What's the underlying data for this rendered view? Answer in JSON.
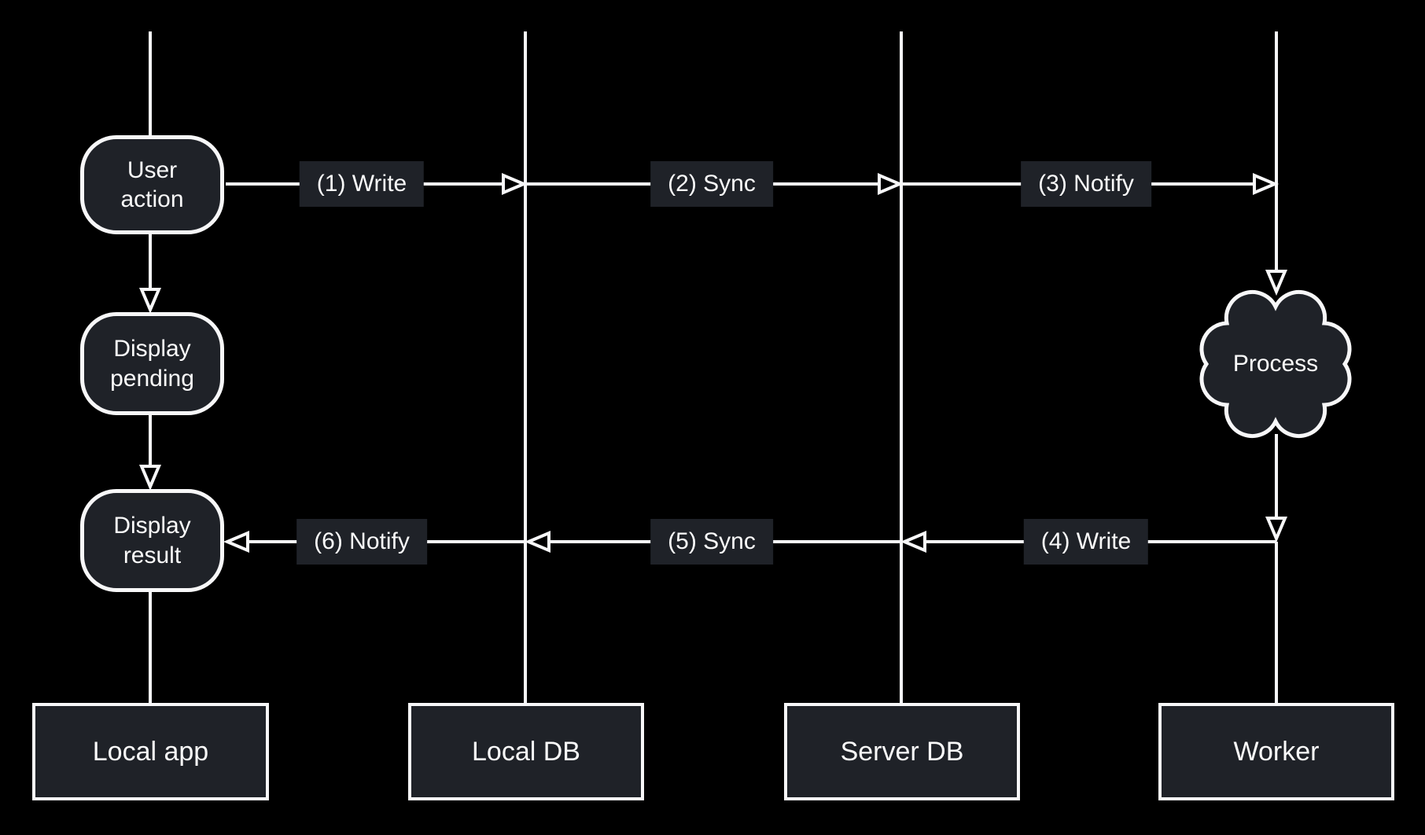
{
  "colors": {
    "background": "#000000",
    "node_fill": "#1f2228",
    "stroke": "#f7f7f8",
    "text": "#fafafa"
  },
  "nodes": {
    "user_action": "User action",
    "display_pending": "Display pending",
    "display_result": "Display result",
    "process": "Process"
  },
  "messages": [
    {
      "label": "(1) Write",
      "direction": "right"
    },
    {
      "label": "(2) Sync",
      "direction": "right"
    },
    {
      "label": "(3) Notify",
      "direction": "right"
    },
    {
      "label": "(4) Write",
      "direction": "left"
    },
    {
      "label": "(5) Sync",
      "direction": "left"
    },
    {
      "label": "(6) Notify",
      "direction": "left"
    }
  ],
  "lanes": [
    {
      "label": "Local app"
    },
    {
      "label": "Local DB"
    },
    {
      "label": "Server DB"
    },
    {
      "label": "Worker"
    }
  ]
}
